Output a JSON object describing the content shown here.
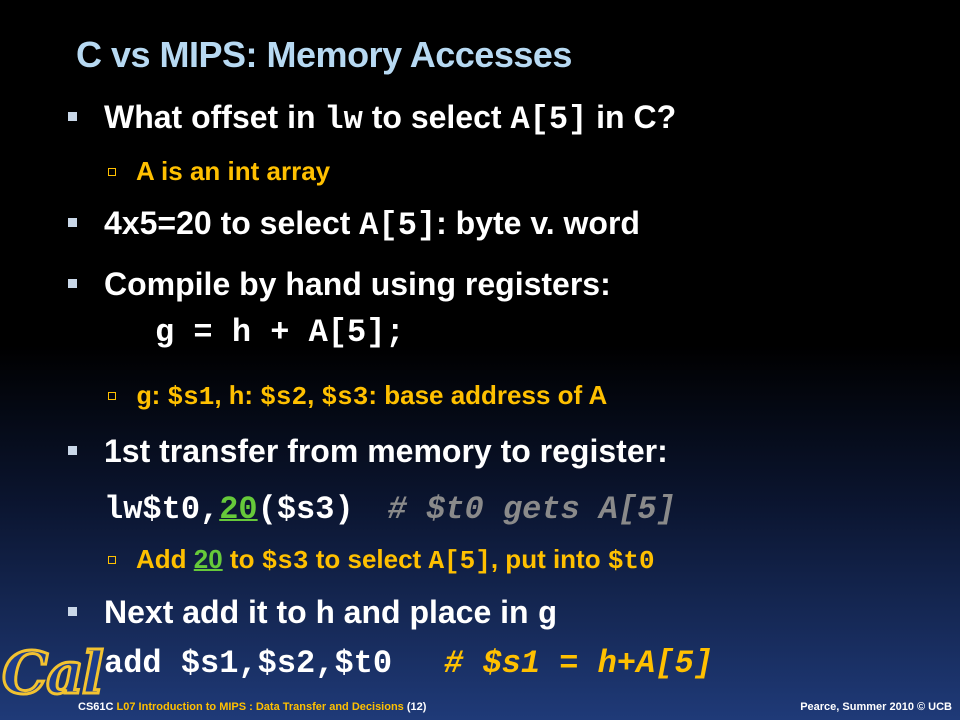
{
  "title": "C vs MIPS: Memory Accesses",
  "b1": {
    "t1": "What offset in ",
    "c1": "lw",
    "t2": " to select ",
    "c2": "A[5]",
    "t3": " in C?"
  },
  "b1_sub": "A is an int array",
  "b2": {
    "t1": " 4x5=20 to select ",
    "c1": "A[5]",
    "t2": ": byte v. word"
  },
  "b3": {
    "text": "Compile by hand using registers:",
    "code": "g = h + A[5];"
  },
  "b3_sub": {
    "c1": "g",
    "t1": ": ",
    "c2": "$s1",
    "t2": ", ",
    "c3": "h",
    "t3": ": ",
    "c4": "$s2",
    "t4": ", ",
    "c5": "$s3",
    "t5": ": base address of A"
  },
  "b4": {
    "text": "1st transfer from memory to register:"
  },
  "code1": {
    "op": "lw",
    "a": "$t0,",
    "off": "20",
    "b": "($s3)",
    "comment": "# $t0 gets A[5]"
  },
  "b4_sub": {
    "t1": "Add ",
    "n": "20",
    "t2": " to ",
    "c1": "$s3",
    "t3": " to select ",
    "c2": "A[5]",
    "t4": ", put into ",
    "c3": "$t0"
  },
  "b5": {
    "t1": "Next add it to ",
    "c1": "h",
    "t2": " and place in ",
    "c2": "g"
  },
  "code2": {
    "instr": "add $s1,$s2,$t0",
    "comment": "# $s1 = h+A[5]"
  },
  "logo": "Cal",
  "footer": {
    "course": "CS61C ",
    "lecture": "L07 Introduction to MIPS : Data Transfer and Decisions",
    "page": " (12)",
    "right": "Pearce, Summer 2010 © UCB"
  },
  "colors": {
    "title": "#b7d9f2",
    "accent": "#ffc000",
    "link": "#66c93a",
    "comment": "#8a8a8a"
  }
}
